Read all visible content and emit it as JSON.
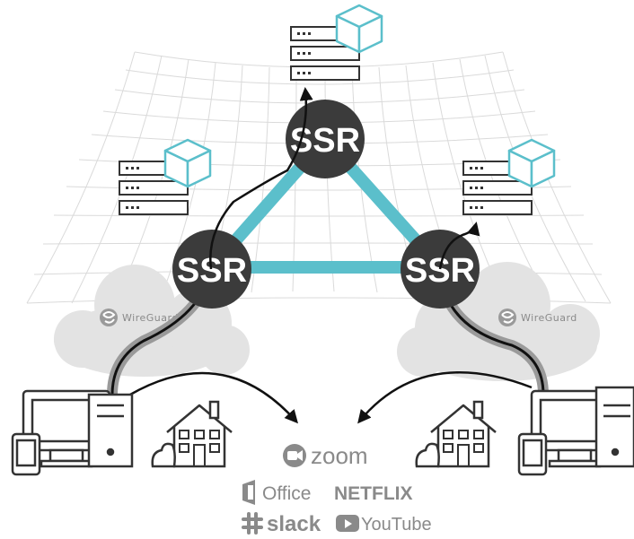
{
  "diagram": {
    "routers": [
      {
        "id": "top",
        "label": "SSR"
      },
      {
        "id": "left",
        "label": "SSR"
      },
      {
        "id": "right",
        "label": "SSR"
      }
    ],
    "tunnels": [
      {
        "id": "left",
        "label": "WireGuard"
      },
      {
        "id": "right",
        "label": "WireGuard"
      }
    ],
    "applications": {
      "zoom": "zoom",
      "office": "Office",
      "netflix": "NETFLIX",
      "slack": "slack",
      "youtube": "YouTube"
    },
    "colors": {
      "router_fill": "#3b3b3b",
      "mesh_link": "#5bbfcb",
      "cube": "#5bbfcb",
      "cloud": "#e3e3e3",
      "path": "#111111",
      "outline": "#333333"
    },
    "icons": [
      "server-rack-icon",
      "cube-icon",
      "desktop-computer-icon",
      "phone-icon",
      "house-icon",
      "cloud-icon",
      "wireguard-logo-icon",
      "zoom-logo-icon",
      "office-logo-icon",
      "slack-logo-icon",
      "youtube-logo-icon"
    ]
  }
}
